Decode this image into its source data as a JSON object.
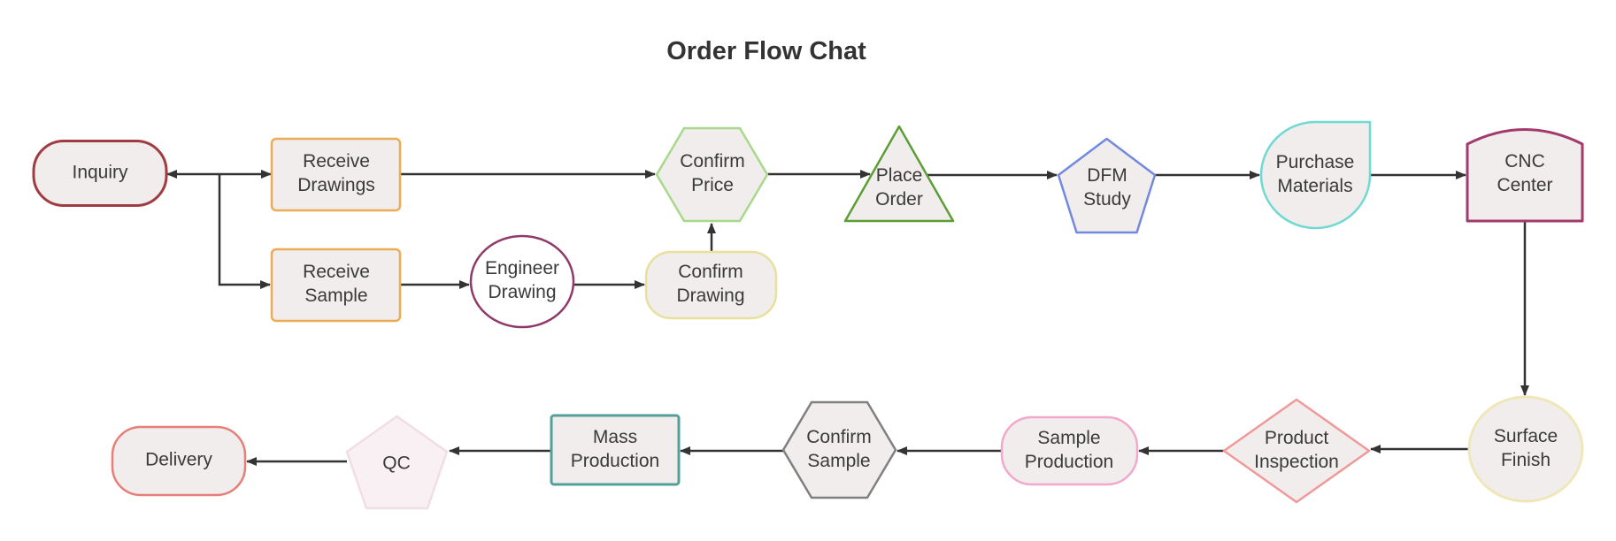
{
  "title": "Order Flow Chat",
  "diagram": {
    "nodes": [
      {
        "id": "inquiry",
        "label": "Inquiry",
        "shape": "stadium",
        "border_color": "#a13b42",
        "fill": "#f0edec"
      },
      {
        "id": "receive-drawings",
        "label": "Receive Drawings",
        "shape": "rectangle",
        "border_color": "#ecac57",
        "fill": "#f0edec"
      },
      {
        "id": "confirm-price",
        "label": "Confirm Price",
        "shape": "hexagon",
        "border_color": "#a8d88a",
        "fill": "#f0edec"
      },
      {
        "id": "place-order",
        "label": "Place Order",
        "shape": "triangle",
        "border_color": "#5c9e33",
        "fill": "#f0edec"
      },
      {
        "id": "dfm-study",
        "label": "DFM Study",
        "shape": "pentagon",
        "border_color": "#7289e0",
        "fill": "#f0edec"
      },
      {
        "id": "purchase-materials",
        "label": "Purchase Materials",
        "shape": "teardrop",
        "border_color": "#6fd9d2",
        "fill": "#f0edec"
      },
      {
        "id": "cnc-center",
        "label": "CNC Center",
        "shape": "arch-rectangle",
        "border_color": "#a23a6d",
        "fill": "#f0edec"
      },
      {
        "id": "receive-sample",
        "label": "Receive Sample",
        "shape": "rectangle",
        "border_color": "#ecac57",
        "fill": "#f0edec"
      },
      {
        "id": "engineer-drawing",
        "label": "Engineer Drawing",
        "shape": "circle",
        "border_color": "#8f3a6b",
        "fill": "#ffffff"
      },
      {
        "id": "confirm-drawing",
        "label": "Confirm Drawing",
        "shape": "rounded-rectangle",
        "border_color": "#e9df9e",
        "fill": "#f0edec"
      },
      {
        "id": "surface-finish",
        "label": "Surface Finish",
        "shape": "circle",
        "border_color": "#f0e7b8",
        "fill": "#f0edec"
      },
      {
        "id": "product-inspection",
        "label": "Product Inspection",
        "shape": "diamond",
        "border_color": "#f19999",
        "fill": "#f0edec"
      },
      {
        "id": "sample-production",
        "label": "Sample Production",
        "shape": "rounded-rectangle",
        "border_color": "#f3a8cb",
        "fill": "#f0edec"
      },
      {
        "id": "confirm-sample",
        "label": "Confirm Sample",
        "shape": "hexagon",
        "border_color": "#808080",
        "fill": "#f0edec"
      },
      {
        "id": "mass-production",
        "label": "Mass Production",
        "shape": "rectangle",
        "border_color": "#53a09a",
        "fill": "#f0edec"
      },
      {
        "id": "qc",
        "label": "QC",
        "shape": "pentagon",
        "border_color": "#f2dee2",
        "fill": "#f8f0f2"
      },
      {
        "id": "delivery",
        "label": "Delivery",
        "shape": "stadium",
        "border_color": "#e87f76",
        "fill": "#f0edec"
      }
    ],
    "edges": [
      {
        "from": "inquiry",
        "to": "receive-drawings",
        "bidirectional": true
      },
      {
        "from": "inquiry",
        "to": "receive-sample",
        "bidirectional": false
      },
      {
        "from": "receive-drawings",
        "to": "confirm-price",
        "bidirectional": false
      },
      {
        "from": "receive-sample",
        "to": "engineer-drawing",
        "bidirectional": false
      },
      {
        "from": "engineer-drawing",
        "to": "confirm-drawing",
        "bidirectional": false
      },
      {
        "from": "confirm-drawing",
        "to": "confirm-price",
        "bidirectional": false
      },
      {
        "from": "confirm-price",
        "to": "place-order",
        "bidirectional": false
      },
      {
        "from": "place-order",
        "to": "dfm-study",
        "bidirectional": false
      },
      {
        "from": "dfm-study",
        "to": "purchase-materials",
        "bidirectional": false
      },
      {
        "from": "purchase-materials",
        "to": "cnc-center",
        "bidirectional": false
      },
      {
        "from": "cnc-center",
        "to": "surface-finish",
        "bidirectional": false
      },
      {
        "from": "surface-finish",
        "to": "product-inspection",
        "bidirectional": false
      },
      {
        "from": "product-inspection",
        "to": "sample-production",
        "bidirectional": false
      },
      {
        "from": "sample-production",
        "to": "confirm-sample",
        "bidirectional": false
      },
      {
        "from": "confirm-sample",
        "to": "mass-production",
        "bidirectional": false
      },
      {
        "from": "mass-production",
        "to": "qc",
        "bidirectional": false
      },
      {
        "from": "qc",
        "to": "delivery",
        "bidirectional": false
      }
    ],
    "colors": {
      "node_fill": "#f0edec",
      "arrow": "#333333",
      "text": "#3a3a3a",
      "background": "#ffffff"
    }
  }
}
